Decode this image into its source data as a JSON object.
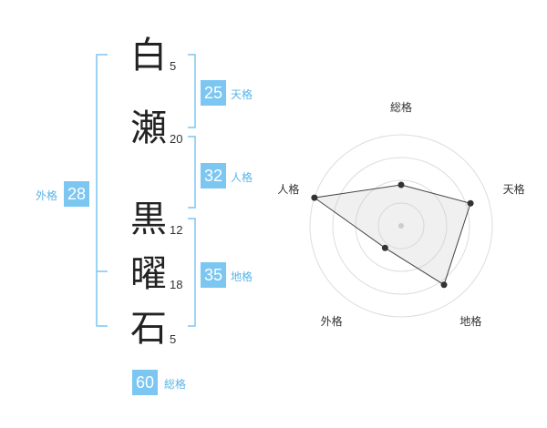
{
  "name_chars": [
    {
      "char": "白",
      "strokes": "5"
    },
    {
      "char": "瀬",
      "strokes": "20"
    },
    {
      "char": "黒",
      "strokes": "12"
    },
    {
      "char": "曜",
      "strokes": "18"
    },
    {
      "char": "石",
      "strokes": "5"
    }
  ],
  "fortunes": {
    "tenkaku": {
      "value": "25",
      "label": "天格"
    },
    "jinkaku": {
      "value": "32",
      "label": "人格"
    },
    "chikaku": {
      "value": "35",
      "label": "地格"
    },
    "gaikaku": {
      "value": "28",
      "label": "外格"
    },
    "soukaku": {
      "value": "60",
      "label": "総格"
    }
  },
  "accent_color": "#7cc6f2",
  "chart_data": {
    "type": "radar",
    "axes": [
      "総格",
      "天格",
      "地格",
      "外格",
      "人格"
    ],
    "values": [
      0.45,
      0.8,
      0.8,
      0.3,
      1.0
    ],
    "max": 1.0,
    "rings": 4
  }
}
